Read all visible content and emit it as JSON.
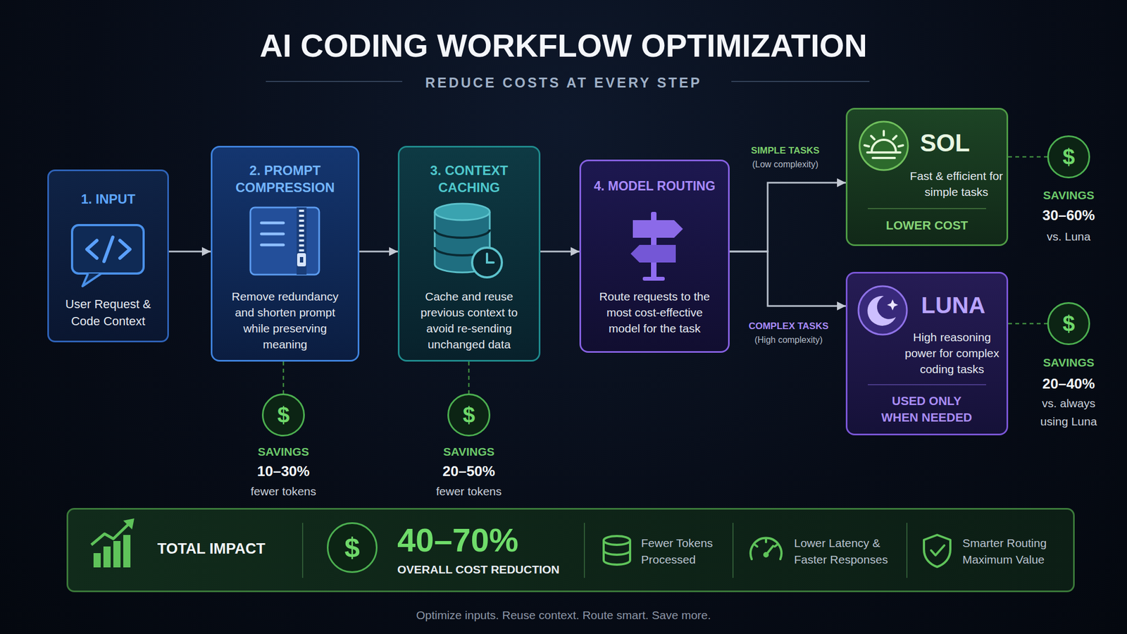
{
  "diagram": {
    "title": "AI CODING WORKFLOW OPTIMIZATION",
    "caption": "Optimize inputs. Reuse context. Route smart. Save more.",
    "nodes": [
      {
        "text": [
          "1. INPUT",
          "User Request & Code Context"
        ]
      },
      {
        "text": [
          "2. PROMPT COMPRESSION",
          "Remove redundancy and shorten prompt while preserving meaning"
        ]
      },
      {
        "text": [
          "3. CONTEXT CACHING",
          "Cache and reuse previous context to avoid re-sending unchanged data"
        ]
      },
      {
        "text": [
          "4. MODEL ROUTING",
          "Route requests to the most cost-effective model for the task"
        ]
      },
      {
        "text": [
          "SOL",
          "Fast & efficient for simple tasks",
          "LOWER COST"
        ]
      },
      {
        "text": [
          "LUNA",
          "High reasoning power for complex coding tasks",
          "USED ONLY WHEN NEEDED"
        ]
      },
      {
        "text": [
          "$",
          "SAVINGS",
          "10–30%",
          "fewer tokens"
        ]
      },
      {
        "text": [
          "$",
          "SAVINGS",
          "20–50%",
          "fewer tokens"
        ]
      },
      {
        "text": [
          "$",
          "SAVINGS",
          "30–60%",
          "vs. Luna"
        ]
      },
      {
        "text": [
          "$",
          "SAVINGS",
          "20–40%",
          "vs. always using Luna"
        ]
      },
      {
        "text": [
          "TOTAL IMPACT",
          "40–70%",
          "OVERALL COST REDUCTION",
          "Fewer Tokens Processed",
          "Lower Latency & Faster Responses",
          "Smarter Routing Maximum Value"
        ]
      },
      {
        "text": [
          "$"
        ],
        "in": 10
      }
    ],
    "edges": [
      {
        "from": 0,
        "to": 1,
        "arrow": "to"
      },
      {
        "from": 1,
        "to": 2,
        "arrow": "to"
      },
      {
        "from": 2,
        "to": 3,
        "arrow": "to"
      },
      {
        "from": 3,
        "to": 4,
        "arrow": "to",
        "label": "SIMPLE TASKS"
      },
      {
        "from": 3,
        "to": 5,
        "arrow": "to",
        "label": "COMPLEX TASKS"
      },
      {
        "from": 1,
        "to": 6,
        "arrow": "none"
      },
      {
        "from": 2,
        "to": 7,
        "arrow": "none"
      },
      {
        "from": 4,
        "to": 8,
        "arrow": "none"
      },
      {
        "from": 5,
        "to": 9,
        "arrow": "none"
      }
    ],
    "labels": [
      "REDUCE COSTS AT EVERY STEP",
      "(Low complexity)",
      "(High complexity)"
    ]
  }
}
